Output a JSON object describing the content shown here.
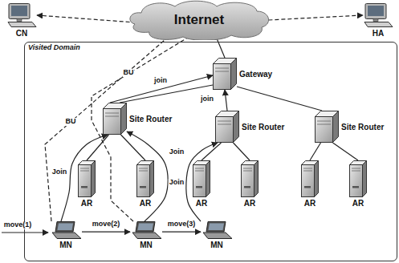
{
  "diagram": {
    "nodes": [
      {
        "text": [
          "CN"
        ]
      },
      {
        "text": [
          "Internet"
        ]
      },
      {
        "text": [
          "HA"
        ]
      },
      {
        "text": [
          "Visited Domain"
        ]
      },
      {
        "text": [
          "Gateway"
        ],
        "in": 3
      },
      {
        "text": [
          "Site Router"
        ],
        "in": 3
      },
      {
        "text": [
          "Site Router"
        ],
        "in": 3
      },
      {
        "text": [
          "Site Router"
        ],
        "in": 3
      },
      {
        "text": [
          "AR"
        ],
        "in": 3
      },
      {
        "text": [
          "AR"
        ],
        "in": 3
      },
      {
        "text": [
          "AR"
        ],
        "in": 3
      },
      {
        "text": [
          "AR"
        ],
        "in": 3
      },
      {
        "text": [
          "AR"
        ],
        "in": 3
      },
      {
        "text": [
          "AR"
        ],
        "in": 3
      },
      {
        "text": [
          "MN"
        ],
        "in": 3
      },
      {
        "text": [
          "MN"
        ],
        "in": 3
      },
      {
        "text": [
          "MN"
        ],
        "in": 3
      }
    ],
    "edges": [
      {
        "from": 1,
        "to": 0,
        "arrow": "to"
      },
      {
        "from": 1,
        "to": 2,
        "arrow": "to"
      },
      {
        "from": 4,
        "to": 1,
        "arrow": "none"
      },
      {
        "from": 4,
        "to": 5,
        "arrow": "none"
      },
      {
        "from": 5,
        "to": 4,
        "arrow": "to",
        "label": "join"
      },
      {
        "from": 6,
        "to": 4,
        "arrow": "to",
        "label": "join"
      },
      {
        "from": 4,
        "to": 7,
        "arrow": "none"
      },
      {
        "from": 5,
        "to": 8,
        "arrow": "none"
      },
      {
        "from": 5,
        "to": 9,
        "arrow": "none"
      },
      {
        "from": 6,
        "to": 10,
        "arrow": "none"
      },
      {
        "from": 6,
        "to": 11,
        "arrow": "none"
      },
      {
        "from": 7,
        "to": 12,
        "arrow": "none"
      },
      {
        "from": 7,
        "to": 13,
        "arrow": "none"
      },
      {
        "from": 14,
        "to": 5,
        "arrow": "to",
        "label": "Join"
      },
      {
        "from": 15,
        "to": 5,
        "arrow": "to",
        "label": "Join"
      },
      {
        "from": 16,
        "to": 6,
        "arrow": "to",
        "label": "Join"
      },
      {
        "from": 14,
        "to": 1,
        "arrow": "none",
        "label": "BU"
      },
      {
        "from": 15,
        "to": 1,
        "arrow": "none",
        "label": "BU"
      },
      {
        "from": 14,
        "to": 15,
        "arrow": "to",
        "label": "move(2)"
      },
      {
        "from": 15,
        "to": 16,
        "arrow": "to",
        "label": "move(3)"
      }
    ],
    "labels": [
      "move(1)"
    ]
  }
}
